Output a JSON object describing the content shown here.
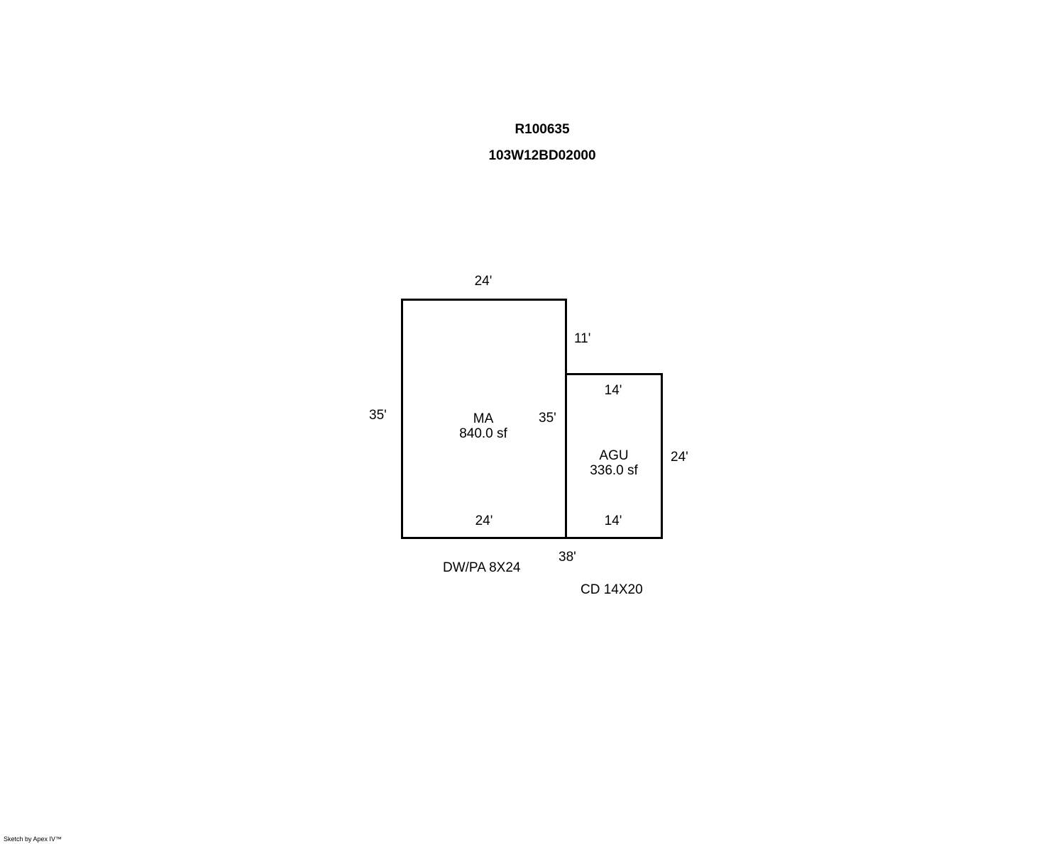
{
  "header": {
    "parcel_id": "R100635",
    "map_number": "103W12BD02000"
  },
  "sketch": {
    "main_area": {
      "name": "MA",
      "area": "840.0 sf",
      "dims": {
        "top": "24'",
        "left": "35'",
        "right": "35'",
        "bottom": "24'"
      }
    },
    "garage": {
      "name": "AGU",
      "area": "336.0 sf",
      "dims": {
        "top": "14'",
        "right": "24'",
        "bottom": "14'"
      }
    },
    "offset_dim": "11'",
    "total_width": "38'",
    "notes": {
      "dwpa": "DW/PA 8X24",
      "cd": "CD 14X20"
    }
  },
  "footer": {
    "credit": "Sketch by Apex IV™"
  }
}
